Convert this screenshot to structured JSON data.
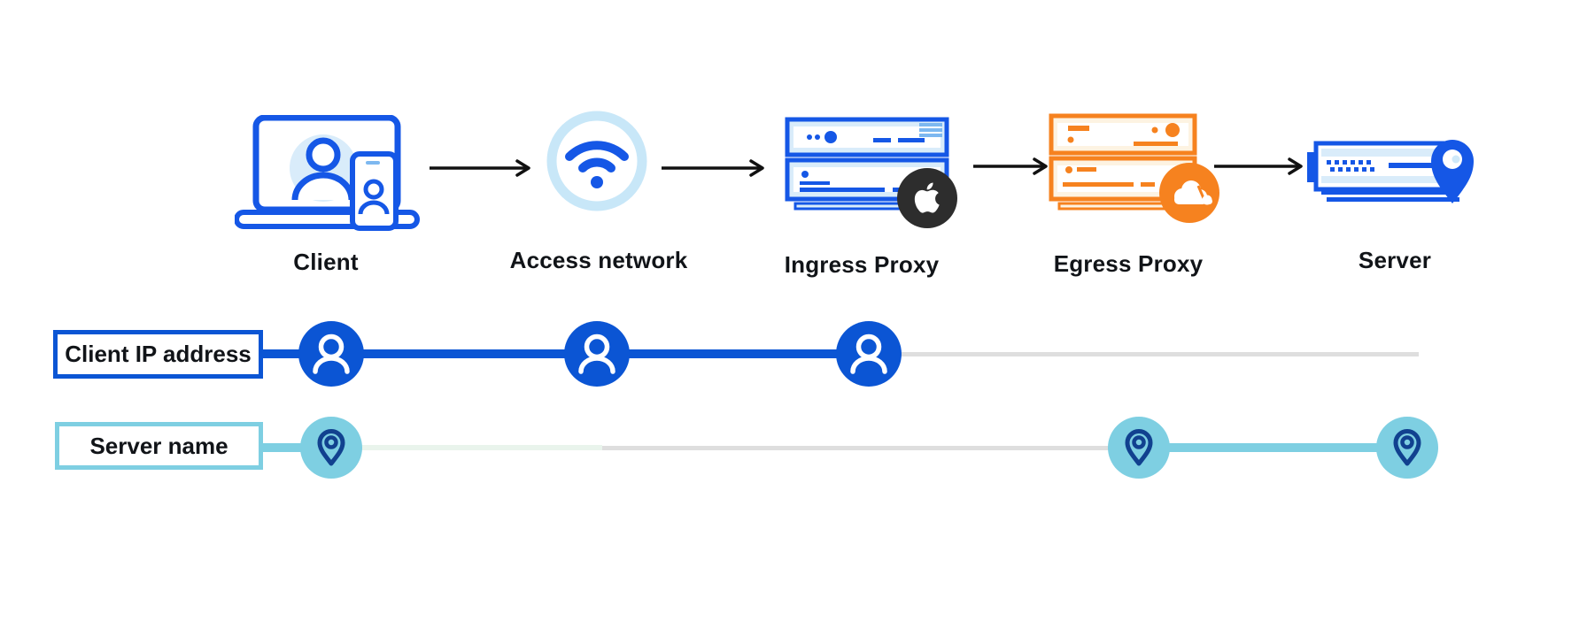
{
  "flow": {
    "nodes": [
      {
        "label": "Client",
        "icon": "client-devices-icon"
      },
      {
        "label": "Access network",
        "icon": "wifi-icon"
      },
      {
        "label": "Ingress Proxy",
        "icon": "server-stack-icon",
        "badge_icon": "apple-logo-icon"
      },
      {
        "label": "Egress Proxy",
        "icon": "server-stack-icon",
        "badge_icon": "cloudflare-logo-icon"
      },
      {
        "label": "Server",
        "icon": "server-location-icon"
      }
    ]
  },
  "lanes": [
    {
      "label": "Client IP address",
      "marker_icon": "person-icon",
      "line_color": "#0b55d4",
      "markers_at": [
        "Client",
        "Access network",
        "Ingress Proxy"
      ],
      "visible_span": [
        "Client",
        "Ingress Proxy"
      ]
    },
    {
      "label": "Server name",
      "marker_icon": "location-pin-icon",
      "line_color": "#7ecfe2",
      "markers_at": [
        "Client",
        "Egress Proxy",
        "Server"
      ],
      "visible_span": [
        "Egress Proxy",
        "Server"
      ]
    }
  ],
  "colors": {
    "primary_blue": "#0b55d4",
    "icon_blue": "#1557e6",
    "light_blue_fill": "#d9ecfa",
    "wifi_ring": "#c8e7f8",
    "sky_blue": "#7ecfe2",
    "navy_pin": "#11418f",
    "orange": "#f6821f",
    "orange_fill": "#fdf3e2",
    "apple_black": "#2d2d2d",
    "inactive_gray": "#dedede",
    "arrow_black": "#111111"
  }
}
